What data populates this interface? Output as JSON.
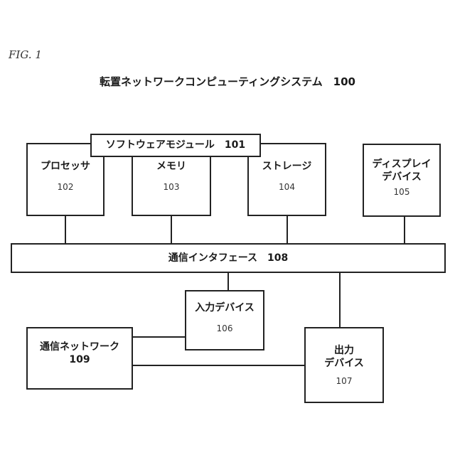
{
  "figure_label": "FIG. 1",
  "title": "転置ネットワークコンピューティングシステム　100",
  "software_module": "ソフトウェアモジュール　101",
  "components": {
    "processor": {
      "name": "プロセッサ",
      "number": "102"
    },
    "memory": {
      "name": "メモリ",
      "number": "103"
    },
    "storage": {
      "name": "ストレージ",
      "number": "104"
    },
    "display_device": {
      "name": "ディスプレイ\nデバイス",
      "number": "105"
    },
    "input_device": {
      "name": "入力デバイス",
      "number": "106"
    },
    "output_device": {
      "name": "出力\nデバイス",
      "number": "107"
    },
    "network": {
      "name": "通信ネットワーク",
      "number": "109"
    }
  },
  "interface": "通信インタフェース　108"
}
